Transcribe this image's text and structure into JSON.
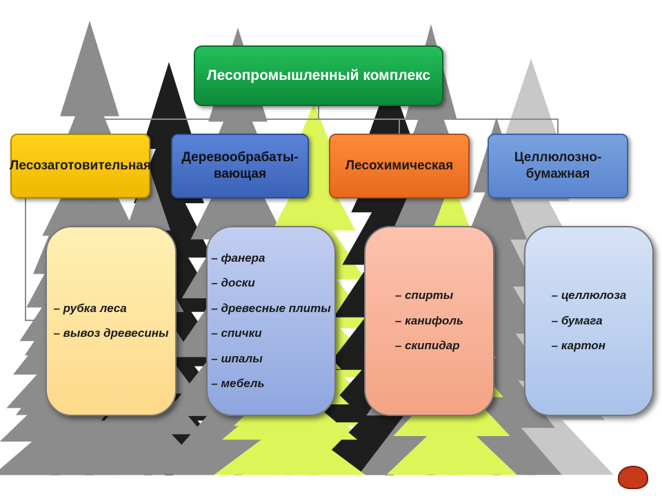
{
  "root": {
    "label": "Лесопромышленный комплекс"
  },
  "categories": [
    {
      "label": "Лесозаготовительная",
      "color": "#f5c400"
    },
    {
      "label": "Деревообрабаты-вающая",
      "color": "#4a72c6"
    },
    {
      "label": "Лесохимическая",
      "color": "#f07a2a"
    },
    {
      "label": "Целлюлозно-бумажная",
      "color": "#6a93d8"
    }
  ],
  "products": [
    [
      "– рубка леса",
      "– вывоз древесины"
    ],
    [
      "– фанера",
      "– доски",
      "– древесные плиты",
      "– спички",
      "– шпалы",
      "– мебель"
    ],
    [
      "– спирты",
      "– канифоль",
      "– скипидар"
    ],
    [
      "– целлюлоза",
      "– бумага",
      "– картон"
    ]
  ],
  "colors": {
    "root": "#12a04a",
    "tree_dark": "#1e1e1e",
    "tree_gray": "#8c8c8c",
    "tree_light": "#c8c8c8",
    "tree_lime": "#dcf558",
    "badge": "#c8391c"
  }
}
